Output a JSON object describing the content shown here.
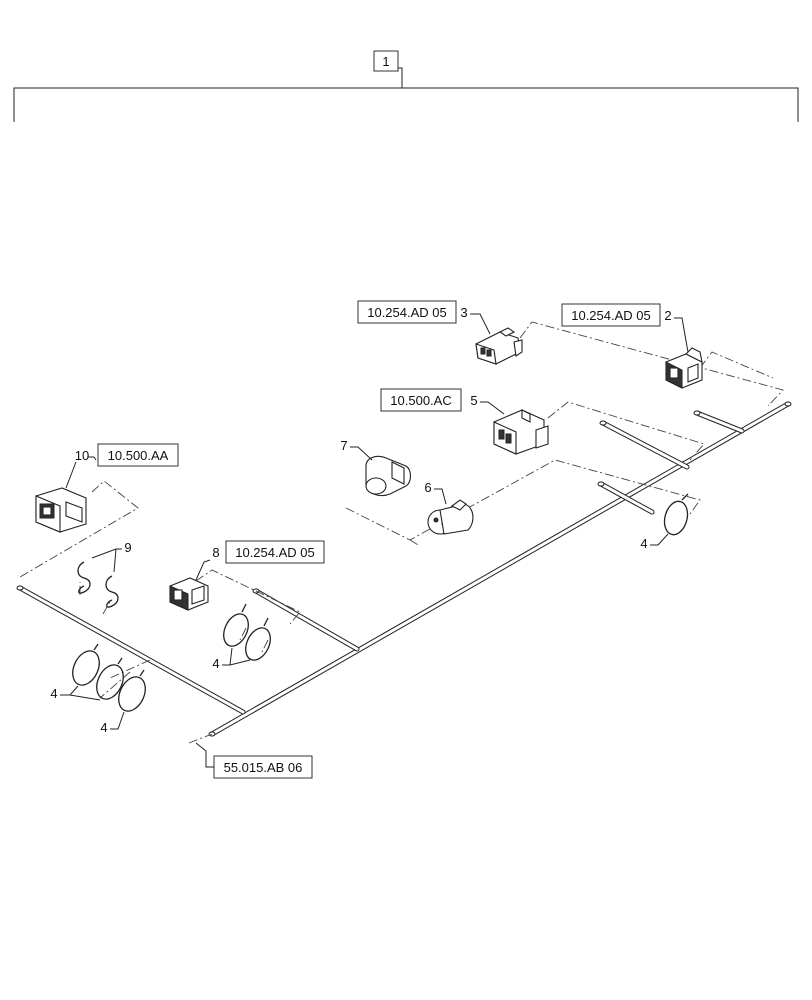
{
  "top_callout": "1",
  "reference_labels": {
    "ref_3": "10.254.AD 05",
    "ref_2": "10.254.AD 05",
    "ref_5": "10.500.AC",
    "ref_10": "10.500.AA",
    "ref_8": "10.254.AD 05",
    "ref_main": "55.015.AB 06"
  },
  "callouts": {
    "c2": "2",
    "c3": "3",
    "c4a": "4",
    "c4b": "4",
    "c4c": "4",
    "c4d": "4",
    "c5": "5",
    "c6": "6",
    "c7": "7",
    "c8": "8",
    "c9": "9",
    "c10": "10"
  }
}
